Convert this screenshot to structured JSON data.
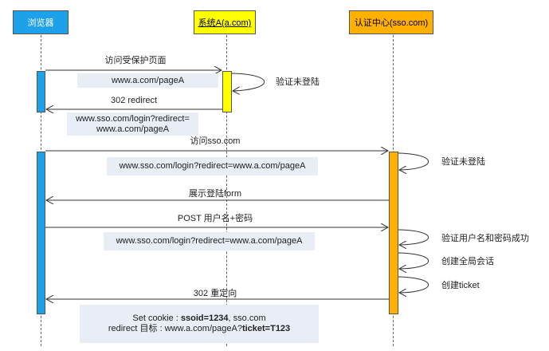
{
  "actors": {
    "browser": "浏览器",
    "system": "系统A(a.com)",
    "sso": "认证中心(sso.com)"
  },
  "messages": {
    "m1": "访问受保护页面",
    "m2": "302 redirect",
    "m3": "访问sso.com",
    "m4": "展示登陆form",
    "m5": "POST 用户名+密码",
    "m6": "302 重定向"
  },
  "self_messages": {
    "s1": "验证未登陆",
    "s2": "验证未登陆",
    "s3": "验证用户名和密码成功",
    "s4": "创建全局会话",
    "s5": "创建ticket"
  },
  "notes": {
    "n1": "www.a.com/pageA",
    "n2_line1": "www.sso.com/login?redirect=",
    "n2_line2": "www.a.com/pageA",
    "n3": "www.sso.com/login?redirect=www.a.com/pageA",
    "n4": "www.sso.com/login?redirect=www.a.com/pageA",
    "n5_line1_a": "Set cookie : ",
    "n5_line1_b": "ssoid=1234",
    "n5_line1_c": ", sso.com",
    "n5_line2_a": "redirect 目标 : www.a.com/pageA?",
    "n5_line2_b": "ticket=T123"
  },
  "colors": {
    "browser": "#1da1ea",
    "system": "#ffff00",
    "sso": "#ffb000",
    "note_bg": "#e8edf6"
  }
}
